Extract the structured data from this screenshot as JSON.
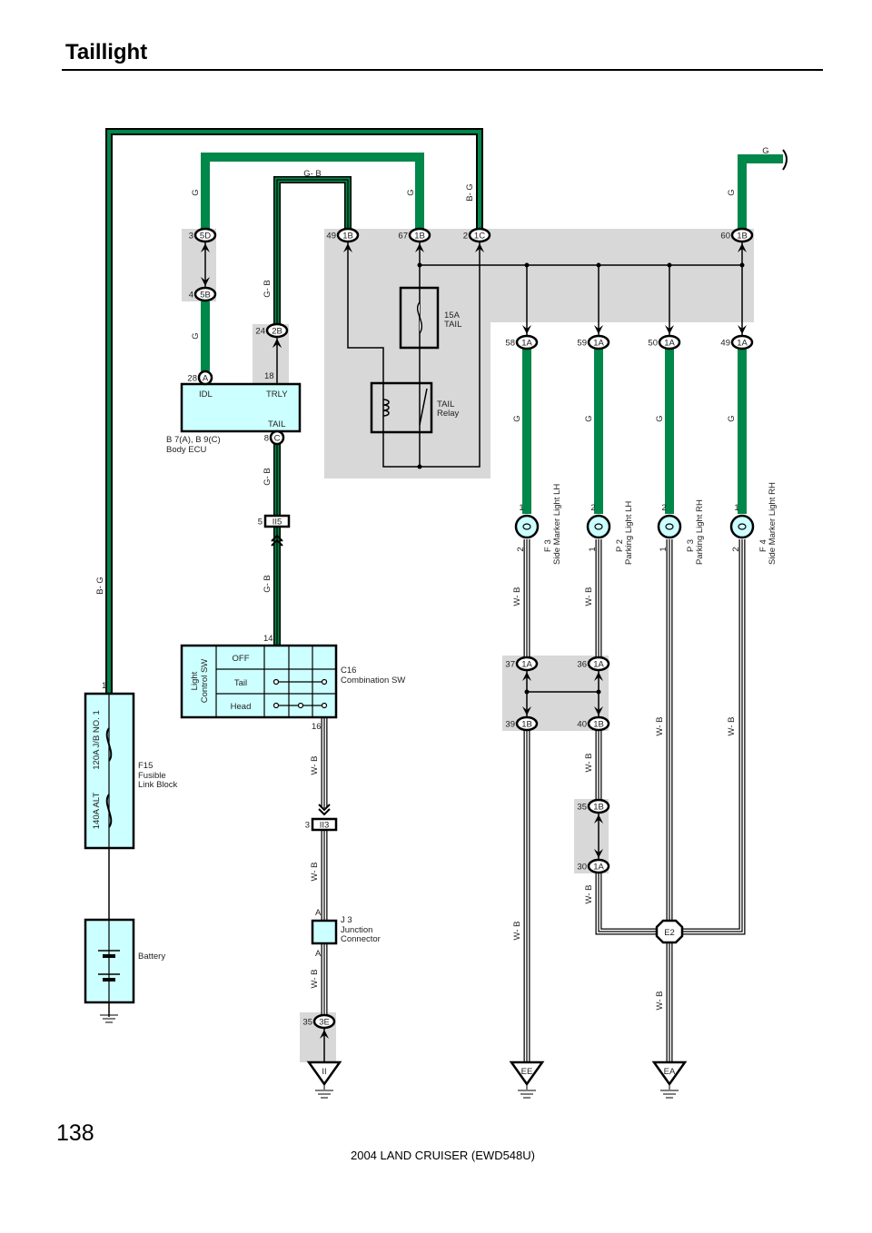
{
  "header": {
    "title": "Taillight"
  },
  "footer": {
    "page_number": "138",
    "document": "2004 LAND CRUISER (EWD548U)"
  },
  "colors": {
    "green_wire": "#00874a",
    "component_fill": "#ccffff",
    "junction_block_bg": "#d8d8d8"
  },
  "connectors": [
    {
      "pin": "3",
      "id": "5D"
    },
    {
      "pin": "4",
      "id": "5B"
    },
    {
      "pin": "24",
      "id": "2B"
    },
    {
      "pin": "49",
      "id": "1B"
    },
    {
      "pin": "67",
      "id": "1B"
    },
    {
      "pin": "2",
      "id": "1C"
    },
    {
      "pin": "60",
      "id": "1B"
    },
    {
      "pin": "58",
      "id": "1A"
    },
    {
      "pin": "59",
      "id": "1A"
    },
    {
      "pin": "50",
      "id": "1A"
    },
    {
      "pin": "49",
      "id": "1A"
    },
    {
      "pin": "37",
      "id": "1A"
    },
    {
      "pin": "36",
      "id": "1A"
    },
    {
      "pin": "39",
      "id": "1B"
    },
    {
      "pin": "40",
      "id": "1B"
    },
    {
      "pin": "35",
      "id": "1B"
    },
    {
      "pin": "30",
      "id": "1A"
    },
    {
      "pin": "35",
      "id": "3E"
    },
    {
      "pin": "28",
      "id": "A"
    },
    {
      "pin": "8",
      "id": "C"
    },
    {
      "pin": "5",
      "id": "II5"
    },
    {
      "pin": "3",
      "id": "II3"
    }
  ],
  "wire_labels": [
    "G",
    "G- B",
    "G",
    "B- G",
    "G",
    "G",
    "G- B",
    "G",
    "G- B",
    "G- B",
    "B- G",
    "G",
    "G",
    "G",
    "G",
    "W- B",
    "W- B",
    "W- B",
    "W- B",
    "W- B",
    "W- B",
    "W- B",
    "W- B",
    "W- B",
    "W- B",
    "W- B"
  ],
  "body_ecu": {
    "ref": "B 7(A), B 9(C)",
    "name": "Body ECU",
    "term_idl": "IDL",
    "term_trly": "TRLY",
    "term_tail": "TAIL",
    "pin_trly": "18"
  },
  "fuse": {
    "rating": "15A",
    "name": "TAIL"
  },
  "relay": {
    "name": "TAIL",
    "type": "Relay"
  },
  "lamps": [
    {
      "ref": "F 3",
      "name": "Side Marker Light LH",
      "pin_top": "1",
      "pin_bottom": "2"
    },
    {
      "ref": "P 2",
      "name": "Parking Light LH",
      "pin_top": "2",
      "pin_bottom": "1"
    },
    {
      "ref": "P 3",
      "name": "Parking Light RH",
      "pin_top": "2",
      "pin_bottom": "1"
    },
    {
      "ref": "F 4",
      "name": "Side Marker Light RH",
      "pin_top": "1",
      "pin_bottom": "2"
    }
  ],
  "combination_sw": {
    "ref": "C16",
    "name": "Combination SW",
    "section": "Light",
    "section2": "Control SW",
    "rows": [
      "OFF",
      "Tail",
      "Head"
    ],
    "pin_top": "14",
    "pin_bottom": "16"
  },
  "fusible_link": {
    "ref": "F15",
    "name": "Fusible",
    "name2": "Link Block",
    "fuse1": "120A J/B NO. 1",
    "fuse2": "140A ALT",
    "pin": "1"
  },
  "battery": {
    "name": "Battery"
  },
  "junction": {
    "ref": "J 3",
    "name": "Junction",
    "name2": "Connector",
    "pin_top": "A",
    "pin_bottom": "A"
  },
  "grounds": [
    "II",
    "EE",
    "EA"
  ],
  "splice": "E2"
}
